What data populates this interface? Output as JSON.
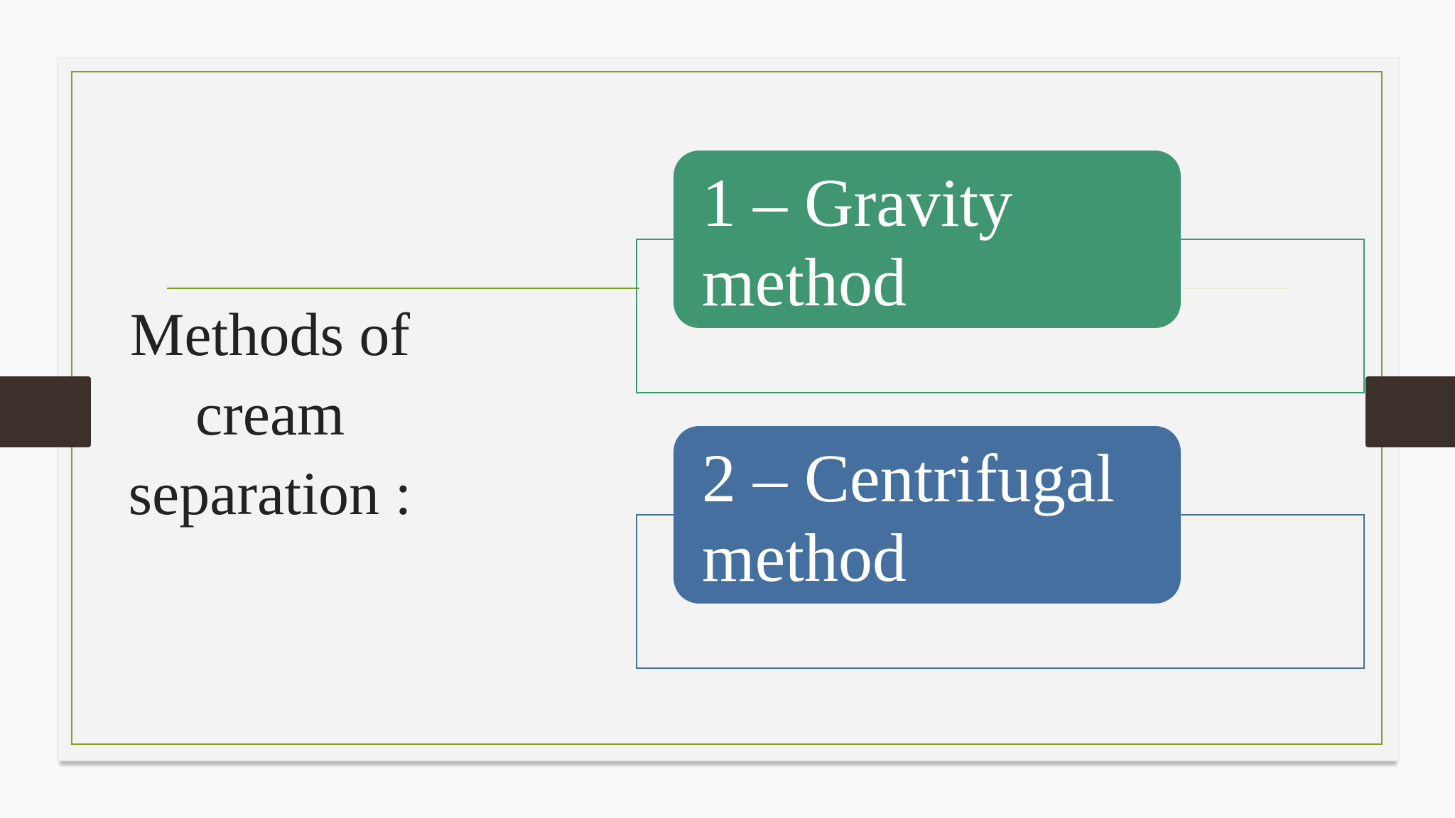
{
  "slide": {
    "title_lines": [
      "Methods of",
      "cream",
      "separation :"
    ],
    "items": [
      {
        "line1": "1 – Gravity",
        "line2": "method",
        "color": "#3f9670"
      },
      {
        "line1": "2 – Centrifugal",
        "line2": "method",
        "color": "#456f9e"
      }
    ]
  }
}
